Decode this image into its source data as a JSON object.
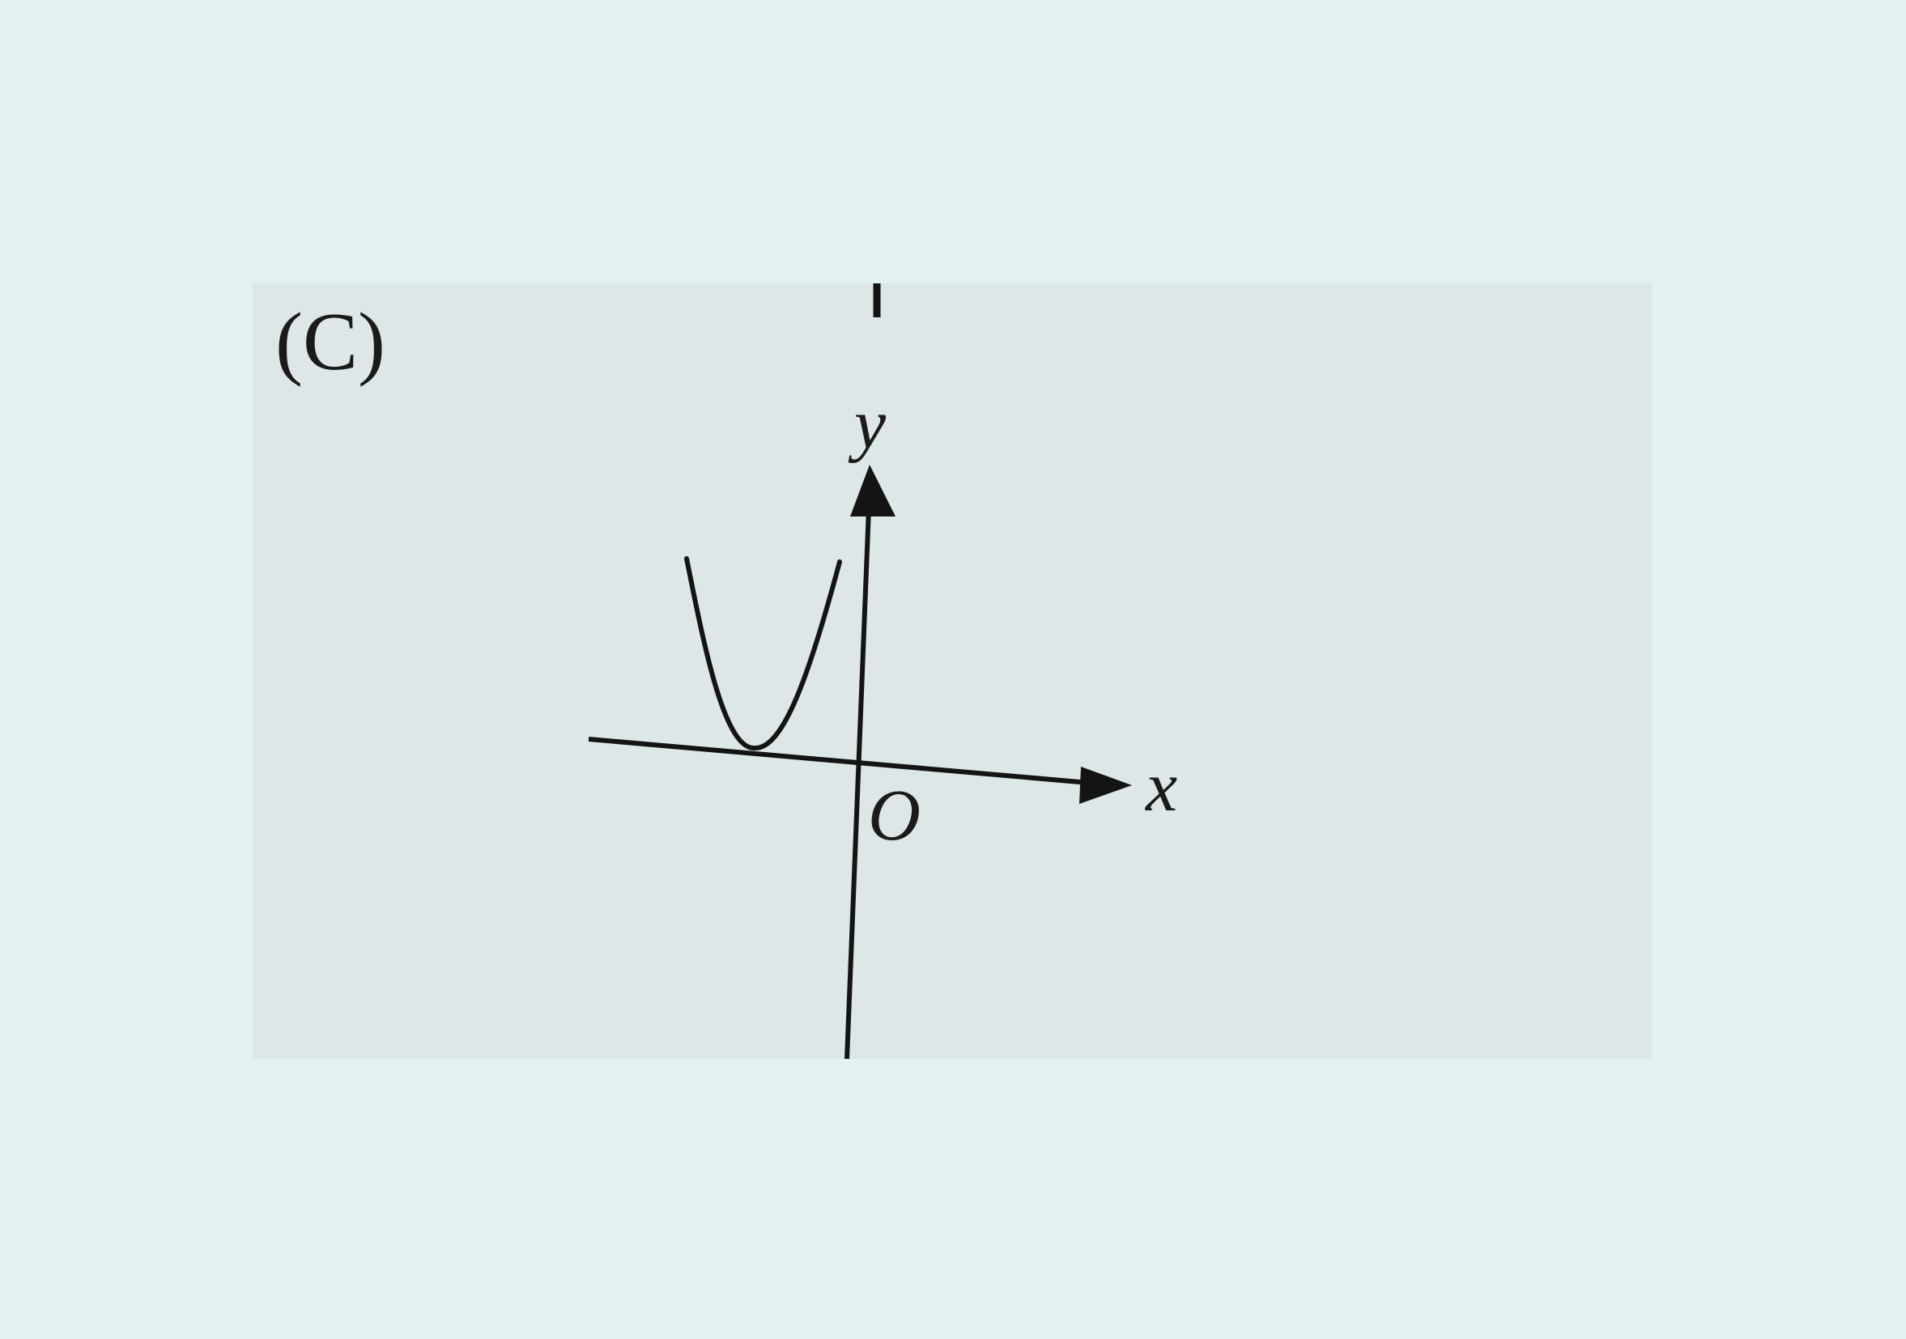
{
  "figure": {
    "option_label": "(C)",
    "x_axis_label": "x",
    "y_axis_label": "y",
    "origin_label": "O",
    "curve": {
      "type": "parabola",
      "opens": "up",
      "vertex_side": "left-of-y-axis",
      "vertex_touches_x_axis": true
    }
  },
  "colors": {
    "background": "#e4f1f2",
    "photo_paper": "#dde7e7",
    "ink": "#141414"
  }
}
